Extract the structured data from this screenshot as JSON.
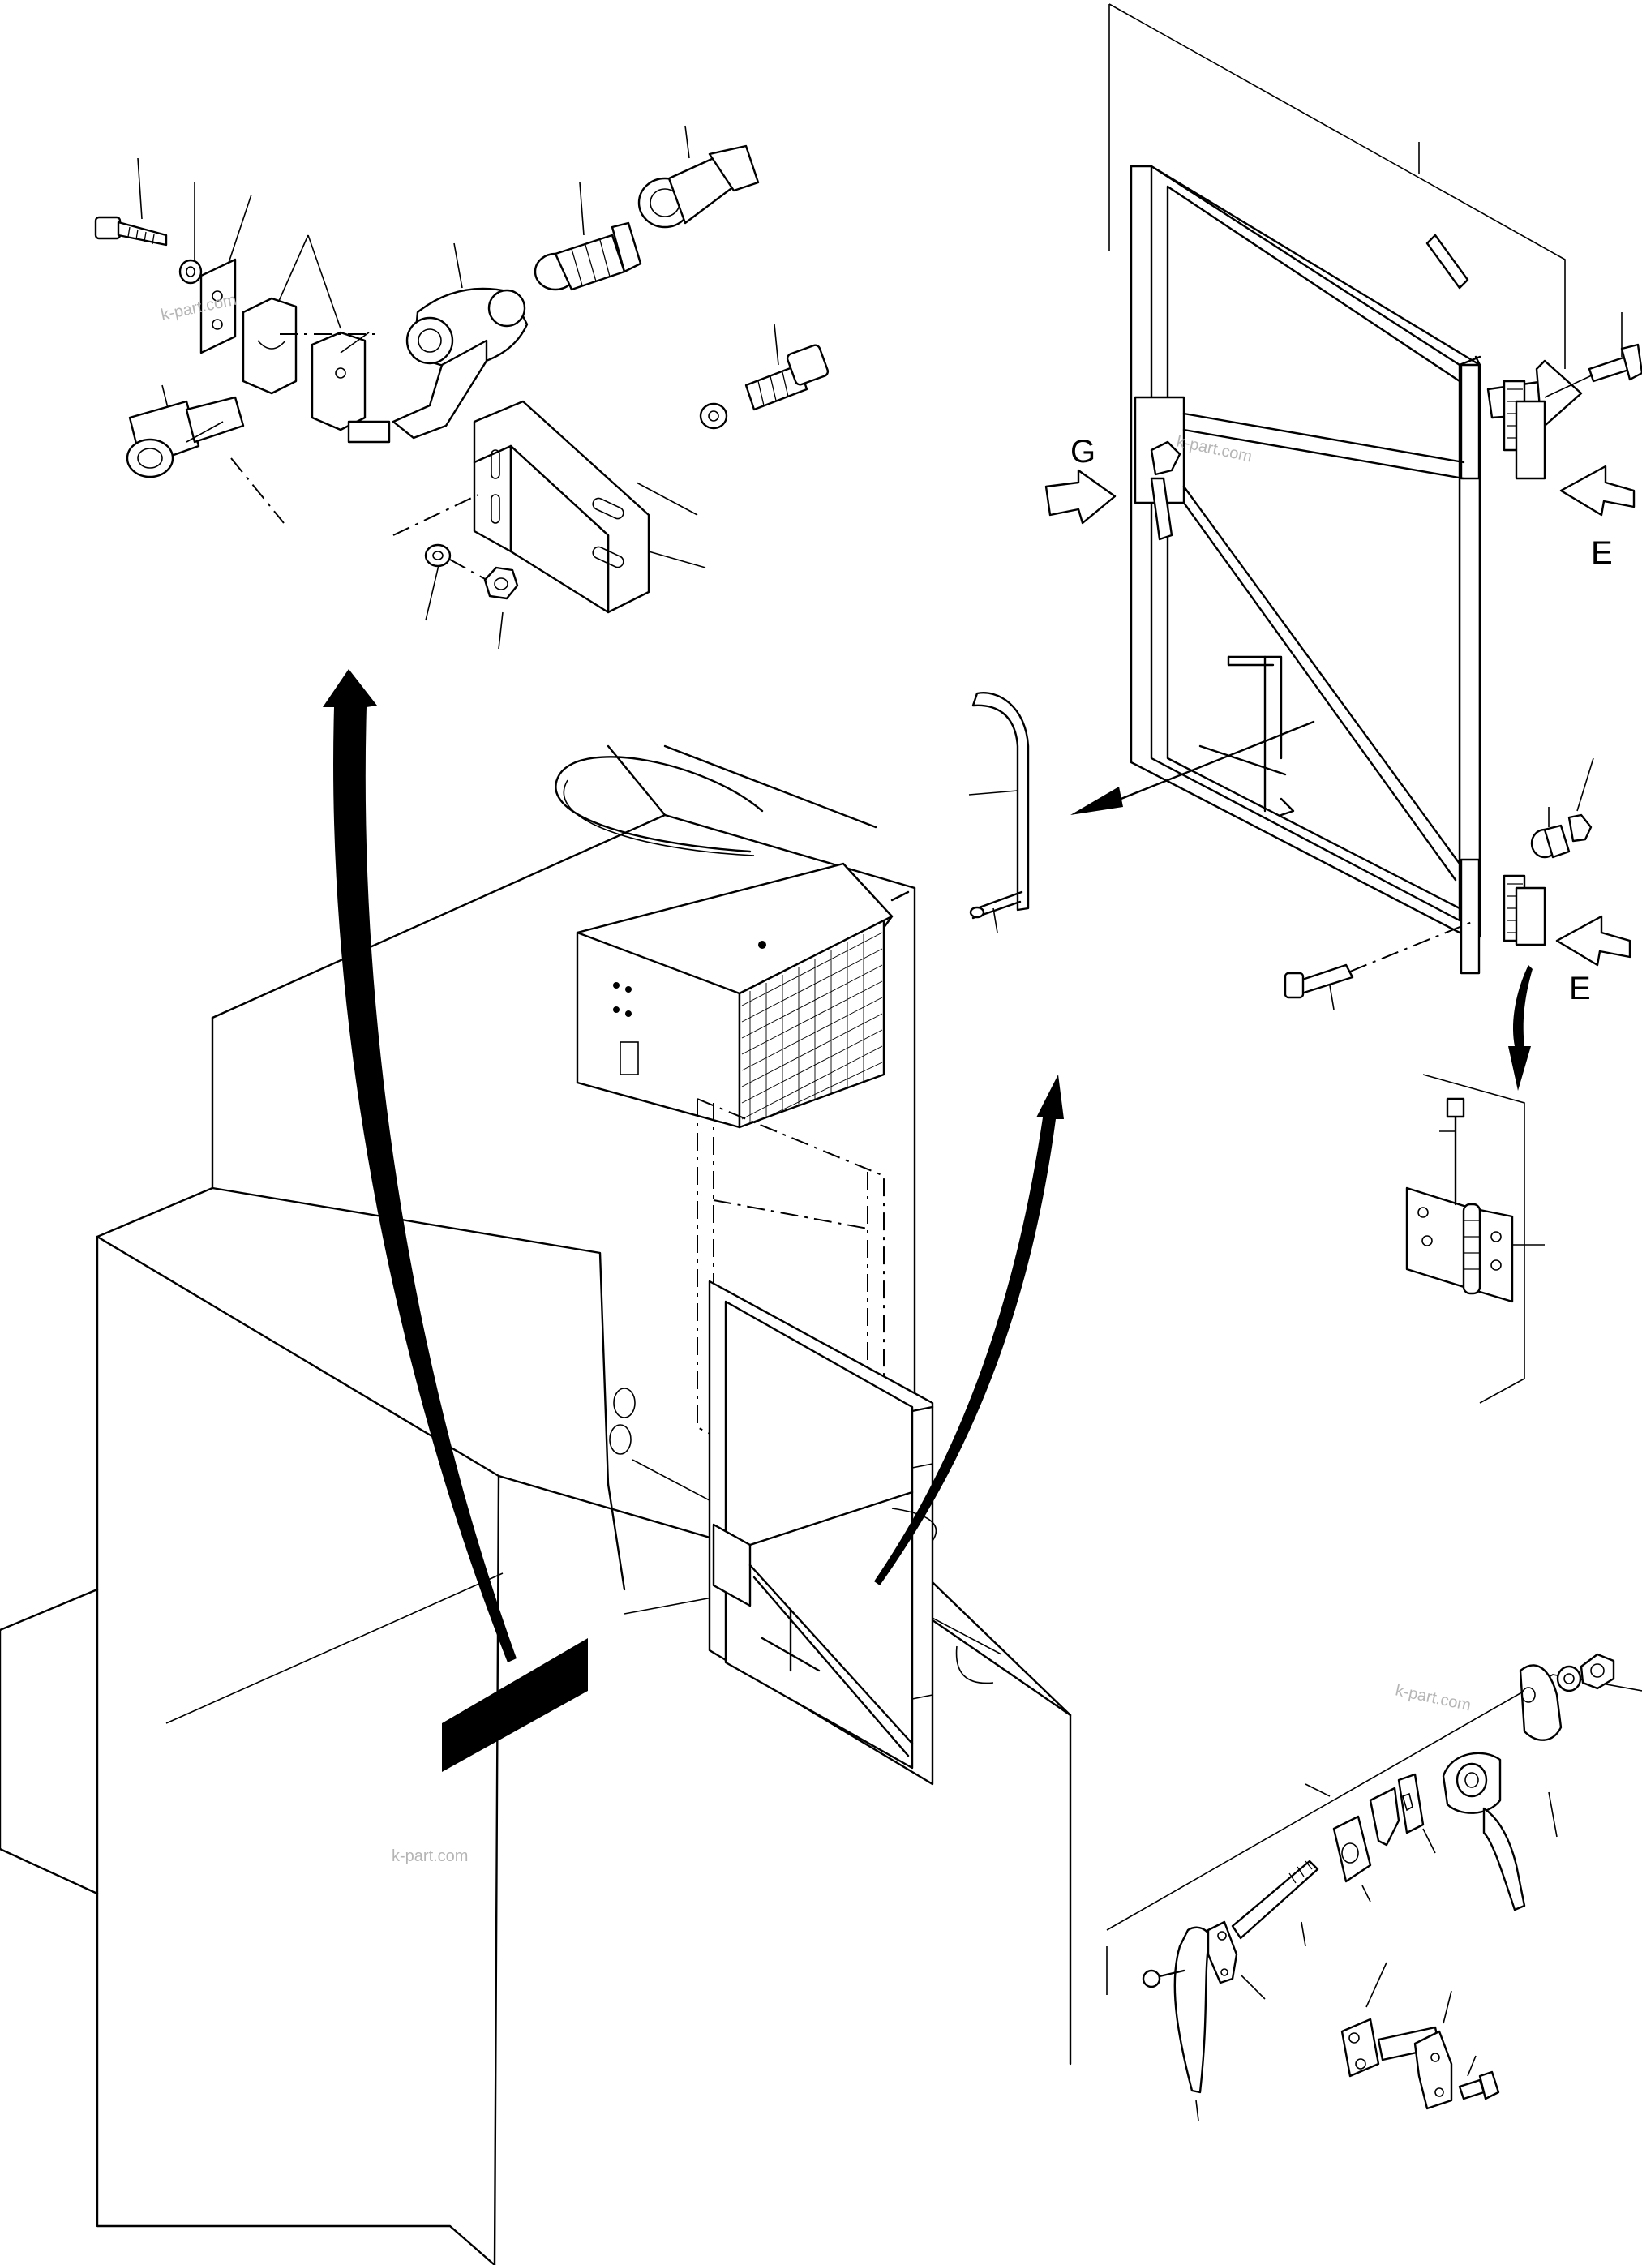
{
  "view_labels": {
    "g": "G",
    "e_upper": "E",
    "e_lower": "E"
  },
  "watermark": "k-part.com"
}
